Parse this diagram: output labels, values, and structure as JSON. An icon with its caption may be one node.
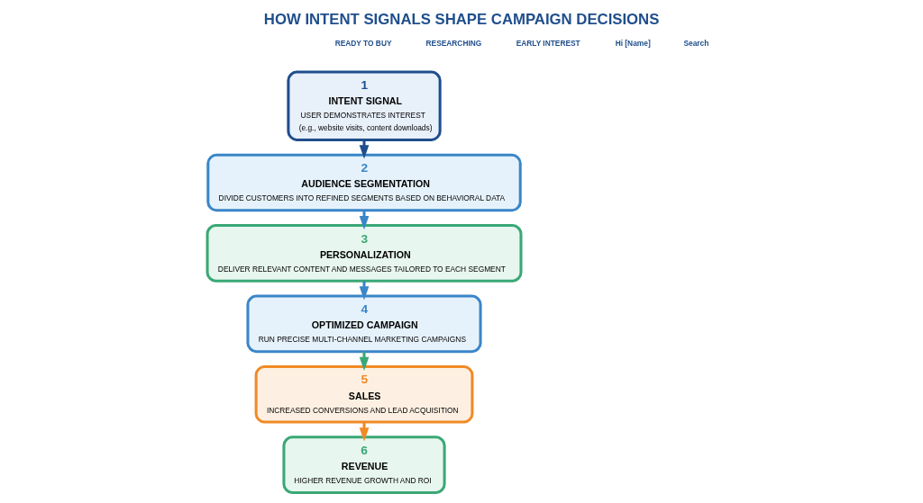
{
  "diagram": {
    "title": "HOW INTENT SIGNALS SHAPE CAMPAIGN DECISIONS",
    "nodes": [
      {
        "text": [
          "1",
          "INTENT SIGNAL",
          "USER DEMONSTRATES INTEREST",
          "(e.g., website visits, content downloads)"
        ]
      },
      {
        "text": [
          "2",
          "AUDIENCE SEGMENTATION",
          "DIVIDE CUSTOMERS INTO REFINED SEGMENTS BASED ON BEHAVIORAL DATA"
        ]
      },
      {
        "text": [
          "3",
          "PERSONALIZATION",
          "DELIVER RELEVANT CONTENT AND MESSAGES TAILORED TO EACH SEGMENT"
        ]
      },
      {
        "text": [
          "4",
          "OPTIMIZED CAMPAIGN",
          "RUN PRECISE MULTI-CHANNEL MARKETING CAMPAIGNS"
        ]
      },
      {
        "text": [
          "5",
          "SALES",
          "INCREASED CONVERSIONS AND LEAD ACQUISITION"
        ]
      },
      {
        "text": [
          "6",
          "REVENUE",
          "HIGHER REVENUE GROWTH AND ROI"
        ]
      }
    ],
    "edges": [
      {
        "from": 0,
        "to": 1,
        "arrow": "to",
        "color": "#1f4e8c"
      },
      {
        "from": 1,
        "to": 2,
        "arrow": "to"
      },
      {
        "from": 2,
        "to": 3,
        "arrow": "to"
      },
      {
        "from": 3,
        "to": 4,
        "arrow": "to",
        "color": "#3aa876"
      },
      {
        "from": 4,
        "to": 5,
        "arrow": "to",
        "color": "#f08a24"
      }
    ],
    "labels": [
      "READY TO BUY",
      "RESEARCHING",
      "EARLY INTEREST",
      "Hi [Name]",
      "Search"
    ]
  }
}
